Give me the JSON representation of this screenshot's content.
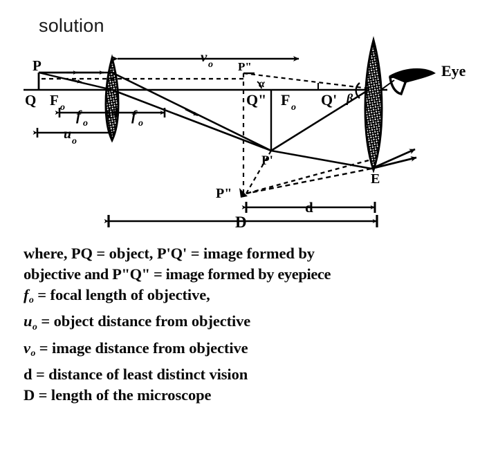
{
  "heading": {
    "text": "solution"
  },
  "diagram": {
    "name": "compound-microscope-ray-diagram",
    "labels": {
      "object_top": "P",
      "object_base": "Q",
      "objective_focus_left": "F",
      "objective_focus_left_sub": "o",
      "focal_length_1": "f",
      "focal_length_1_sub": "o",
      "focal_length_2": "f",
      "focal_length_2_sub": "o",
      "object_distance": "u",
      "object_distance_sub": "o",
      "image_distance": "v",
      "image_distance_sub": "o",
      "final_image_top": "P\"",
      "final_image_base": "Q\"",
      "eyepiece_focus": "F",
      "eyepiece_focus_sub": "o",
      "first_image_base": "Q'",
      "first_image_top": "P'",
      "angle_alpha": "α",
      "angle_beta": "β",
      "eye": "Eye",
      "eye_point": "E",
      "least_distance": "d",
      "microscope_length": "D"
    },
    "colors": {
      "ink": "#000000",
      "background": "#ffffff"
    }
  },
  "legend": {
    "lines": [
      {
        "id": "legend-line-1",
        "parts": [
          {
            "t": "where, PQ = object, P'Q' = image formed by",
            "style": "plain"
          }
        ]
      },
      {
        "id": "legend-line-2",
        "parts": [
          {
            "t": "objective and P\"Q\" = image formed by eyepiece",
            "style": "plain"
          }
        ]
      },
      {
        "id": "legend-line-3",
        "parts": [
          {
            "t": "f",
            "style": "ital"
          },
          {
            "t": "o",
            "style": "sub"
          },
          {
            "t": " = focal length of objective,",
            "style": "plain"
          }
        ]
      },
      {
        "id": "legend-line-4",
        "parts": [
          {
            "t": "u",
            "style": "ital"
          },
          {
            "t": "o",
            "style": "sub"
          },
          {
            "t": " = object distance from objective",
            "style": "plain"
          }
        ]
      },
      {
        "id": "legend-line-5",
        "parts": [
          {
            "t": "v",
            "style": "ital"
          },
          {
            "t": "o",
            "style": "sub"
          },
          {
            "t": " = image distance from objective",
            "style": "plain"
          }
        ]
      },
      {
        "id": "legend-line-6",
        "parts": [
          {
            "t": "d = distance of least distinct vision",
            "style": "plain"
          }
        ]
      },
      {
        "id": "legend-line-7",
        "parts": [
          {
            "t": "D = length of the microscope",
            "style": "plain"
          }
        ]
      }
    ]
  }
}
